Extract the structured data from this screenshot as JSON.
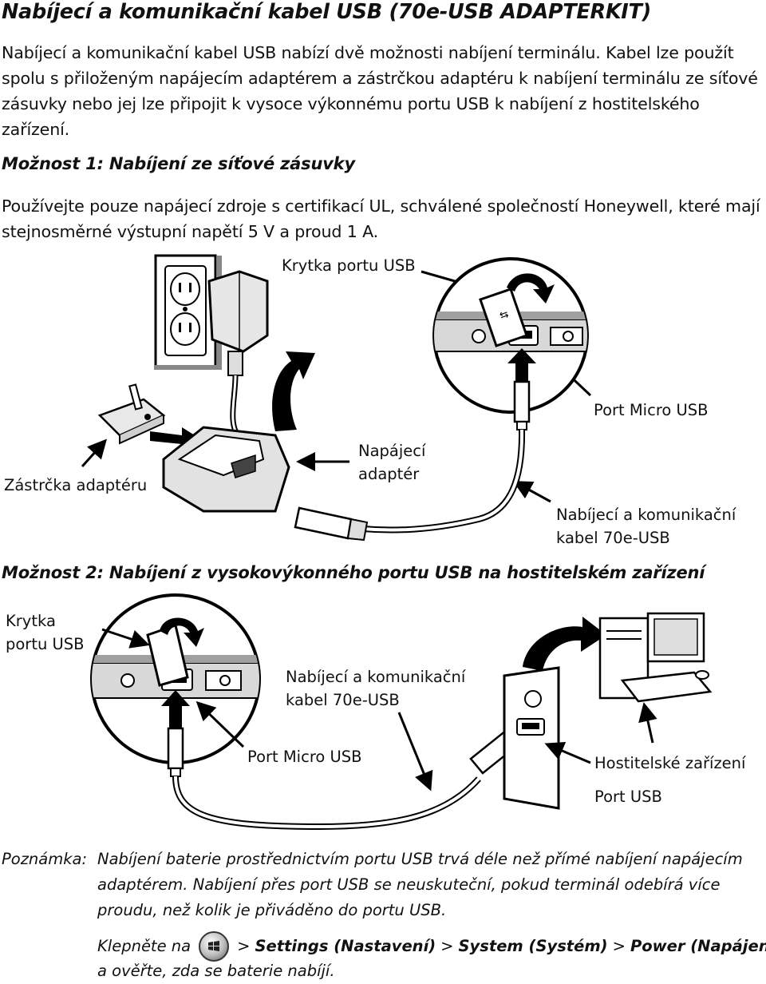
{
  "doc": {
    "title": "Nabíjecí a komunikační kabel USB (70e-USB ADAPTERKIT)",
    "intro": "Nabíjecí a komunikační kabel USB nabízí dvě možnosti nabíjení terminálu. Kabel lze použít spolu s přiloženým napájecím adaptérem a zástrčkou adaptéru k nabíjení terminálu ze síťové zásuvky nebo jej lze připojit k vysoce výkonnému portu USB k nabíjení z hostitelského zařízení.",
    "option1": {
      "heading": "Možnost 1: Nabíjení ze síťové zásuvky",
      "text": "Používejte pouze napájecí zdroje s certifikací UL, schválené společností Honeywell, které mají stejnosměrné výstupní napětí 5 V a proud 1 A.",
      "labels": {
        "usb_cap": "Krytka portu USB",
        "micro_usb": "Port Micro USB",
        "adapter_line1": "Napájecí",
        "adapter_line2": "adaptér",
        "plug": "Zástrčka adaptéru",
        "cable_line1": "Nabíjecí a komunikační",
        "cable_line2": "kabel 70e-USB"
      }
    },
    "option2": {
      "heading": "Možnost 2: Nabíjení z vysokovýkonného portu USB na hostitelském zařízení",
      "labels": {
        "cap_line1": "Krytka",
        "cap_line2": "portu USB",
        "cable_line1": "Nabíjecí a komunikační",
        "cable_line2": "kabel 70e-USB",
        "micro_usb": "Port Micro USB",
        "host": "Hostitelské zařízení",
        "usb_port": "Port USB"
      }
    },
    "note": {
      "label": "Poznámka:",
      "text": "Nabíjení baterie prostřednictvím portu USB trvá déle než přímé nabíjení napájecím adaptérem. Nabíjení přes port USB se neuskuteční, pokud terminál odebírá více proudu, než kolik je přiváděno do portu USB.",
      "tap": "Klepněte na",
      "sep1": ">",
      "settings": "Settings (Nastavení)",
      "sep2": ">",
      "system": "System (Systém)",
      "sep3": ">",
      "power": "Power (Napájení)",
      "end": "a ověřte, zda se baterie nabíjí."
    },
    "icons": {
      "start_button": "windows-start-icon"
    }
  }
}
